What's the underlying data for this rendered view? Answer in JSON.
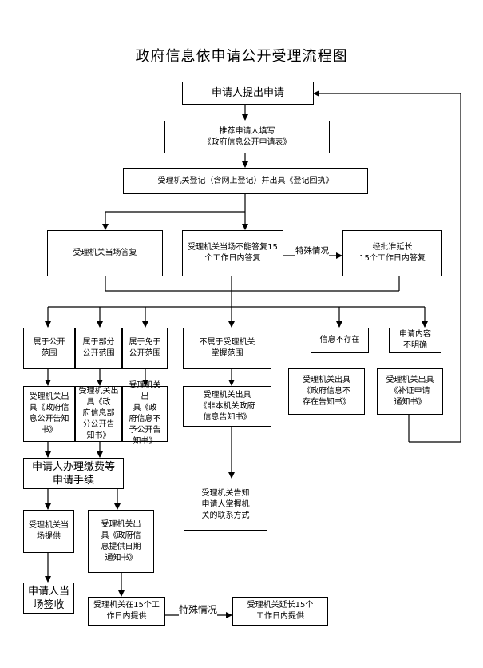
{
  "title": "政府信息依申请公开受理流程图",
  "nodes": {
    "apply": "申请人提出申请",
    "fill_form": "推荐申请人填写\n《政府信息公开申请表》",
    "register": "受理机关登记（含网上登记）并出具《登记回执》",
    "reply_onsite": "受理机关当场答复",
    "reply_15days": "受理机关当场不能答复15\n个工作日内答复",
    "extend": "经批准延长\n15个工作日内答复",
    "public": "属于公开\n范围",
    "partial": "属于部分\n公开范围",
    "exempt": "属于免于\n公开范围",
    "not_agency": "不属于受理机关\n掌握范围",
    "not_exist": "信息不存在",
    "unclear": "申请内容\n不明确",
    "notice_public": "受理机关出\n具《政府信\n息公开告知\n书》",
    "notice_partial": "受理机关出\n具《政\n府信息部\n分公开告\n知书》",
    "notice_exempt": "受理机关出\n具《政\n府信息不\n予公开告\n知书》",
    "notice_not_agency": "受理机关出具\n《非本机关政府\n信息告知书》",
    "notice_not_exist": "受理机关出具\n《政府信息不\n存在告知书》",
    "notice_supplement": "受理机关出具\n《补证申请\n通知书》",
    "fee": "申请人办理缴费等\n申请手续",
    "notify_contact": "受理机关告知\n申请人掌握机\n关的联系方式",
    "provide_onsite": "受理机关当\n场提供",
    "notice_date": "受理机关出\n具《政府信\n息提供日期\n通知书》",
    "sign": "申请人当\n场签收",
    "provide_15": "受理机关在15个工\n作日内提供",
    "extend_15": "受理机关延长15个\n工作日内提供"
  },
  "edge_labels": {
    "special_top": "特殊情况",
    "special_bottom": "特殊情况"
  }
}
